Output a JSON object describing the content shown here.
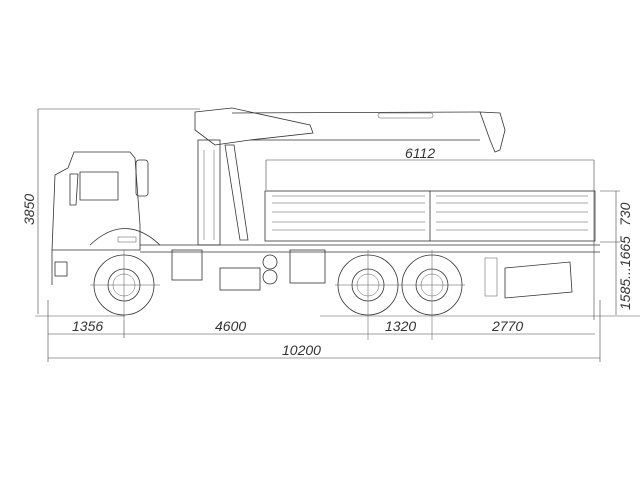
{
  "drawing": {
    "subject": "Truck with loader crane and flatbed, side view",
    "dimensions": {
      "overall_height": "3850",
      "front_overhang": "1356",
      "wheelbase_front": "4600",
      "tandem_spacing": "1320",
      "rear_overhang": "2770",
      "overall_length": "10200",
      "bed_length": "6112",
      "side_board_height": "730",
      "bed_floor_height": "1585...1665"
    },
    "colors": {
      "line": "#333333",
      "background": "#ffffff"
    }
  }
}
